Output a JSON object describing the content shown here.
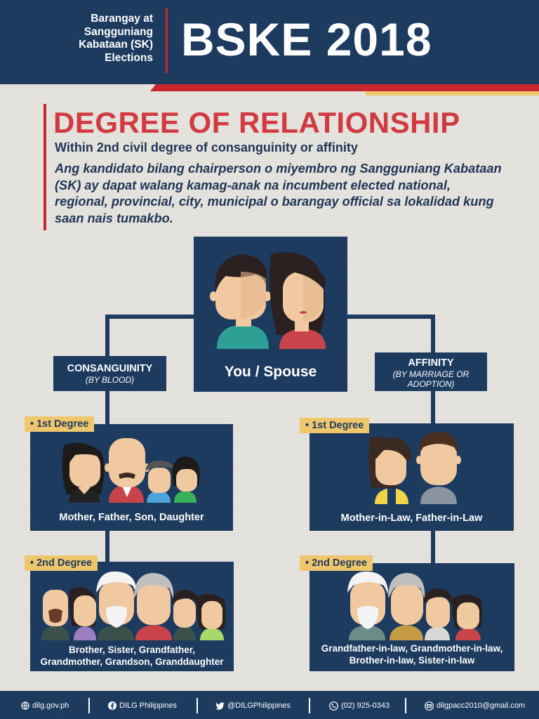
{
  "header": {
    "subtitle": "Barangay at Sangguniang Kabataan (SK) Elections",
    "title": "BSKE 2018"
  },
  "section": {
    "title": "DEGREE OF RELATIONSHIP",
    "subtitle": "Within 2nd civil degree of consanguinity or affinity",
    "description": "Ang kandidato bilang chairperson o miyembro ng Sangguniang Kabataan (SK) ay dapat walang kamag-anak na incumbent elected national, regional, provincial, city, municipal o barangay official sa lokalidad kung saan nais tumakbo."
  },
  "center": {
    "label": "You / Spouse"
  },
  "consanguinity": {
    "title": "CONSANGUINITY",
    "subtitle": "(BY BLOOD)",
    "first": {
      "tag": "• 1st Degree",
      "label": "Mother, Father, Son, Daughter"
    },
    "second": {
      "tag": "• 2nd Degree",
      "label_line1": "Brother, Sister, Grandfather,",
      "label_line2": "Grandmother, Grandson, Granddaughter"
    }
  },
  "affinity": {
    "title": "AFFINITY",
    "subtitle_line1": "(BY MARRIAGE OR",
    "subtitle_line2": "ADOPTION)",
    "first": {
      "tag": "• 1st Degree",
      "label": "Mother-in-Law, Father-in-Law"
    },
    "second": {
      "tag": "• 2nd Degree",
      "label_line1": "Grandfather-in-law, Grandmother-in-law,",
      "label_line2": "Brother-in-law, Sister-in-law"
    }
  },
  "footer": {
    "website": "dilg.gov.ph",
    "facebook": "DILG Philippines",
    "twitter": "@DILGPhilippines",
    "phone": "(02) 925-0343",
    "email": "dilgpacc2010@gmail.com"
  },
  "colors": {
    "navy": "#1d3a5f",
    "red": "#c9252c",
    "title_red": "#d03a40",
    "gold": "#f0c66c",
    "background": "#e6e3de"
  }
}
